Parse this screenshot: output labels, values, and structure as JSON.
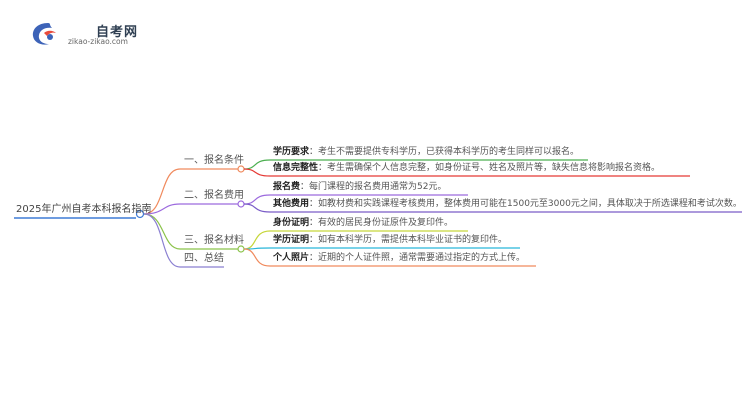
{
  "logo": {
    "title": "自考网",
    "subtitle": "zikao-zikao.com"
  },
  "mindmap": {
    "root": "2025年广州自考本科报名指南",
    "branches": [
      {
        "label": "一、报名条件",
        "color": "#f08a5d",
        "items": [
          {
            "key": "学历要求",
            "text": "：考生不需要提供专科学历，已获得本科学历的考生同样可以报名。",
            "color": "#4caf50"
          },
          {
            "key": "信息完整性",
            "text": "：考生需确保个人信息完整，如身份证号、姓名及照片等，缺失信息将影响报名资格。",
            "color": "#e53935"
          }
        ]
      },
      {
        "label": "二、报名费用",
        "color": "#9c6ade",
        "items": [
          {
            "key": "报名费",
            "text": "：每门课程的报名费用通常为52元。",
            "color": "#9c6ade"
          },
          {
            "key": "其他费用",
            "text": "：如教材费和实践课程考核费用，整体费用可能在1500元至3000元之间，具体取决于所选课程和考试次数。",
            "color": "#7a5cc7"
          }
        ]
      },
      {
        "label": "三、报名材料",
        "color": "#8bc34a",
        "items": [
          {
            "key": "身份证明",
            "text": "：有效的居民身份证原件及复印件。",
            "color": "#c6d63a"
          },
          {
            "key": "学历证明",
            "text": "：如有本科学历，需提供本科毕业证书的复印件。",
            "color": "#29b6d9"
          },
          {
            "key": "个人照片",
            "text": "：近期的个人证件照，通常需要通过指定的方式上传。",
            "color": "#f08a5d"
          }
        ]
      },
      {
        "label": "四、总结",
        "color": "#8a7fd1",
        "items": []
      }
    ]
  }
}
